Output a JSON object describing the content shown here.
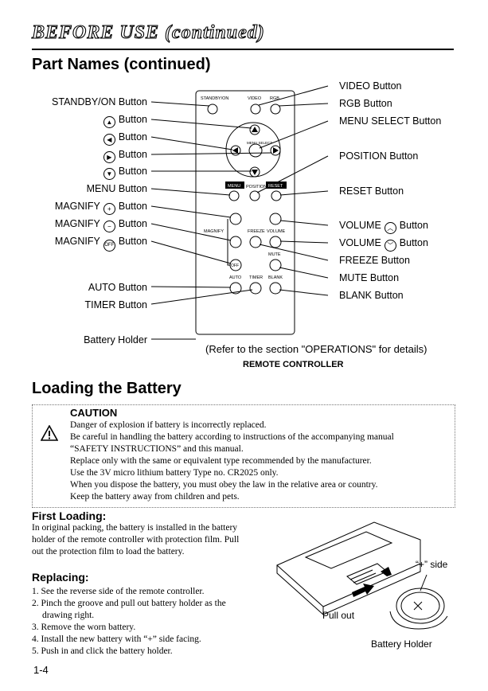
{
  "header": {
    "section": "BEFORE USE (continued)",
    "title": "Part Names (continued)"
  },
  "remote": {
    "labels_left": [
      "STANDBY/ON Button",
      "Button",
      "Button",
      "Button",
      "Button",
      "MENU Button",
      "MAGNIFY",
      "Button",
      "MAGNIFY",
      "Button",
      "MAGNIFY",
      "Button",
      "AUTO Button",
      "TIMER Button",
      "Battery Holder"
    ],
    "labels_right": [
      "VIDEO Button",
      "RGB Button",
      "MENU SELECT Button",
      "POSITION Button",
      "RESET Button",
      "VOLUME",
      "Button",
      "VOLUME",
      "Button",
      "FREEZE Button",
      "MUTE Button",
      "BLANK Button"
    ],
    "device_text": {
      "standby": "STANDBY/ON",
      "video": "VIDEO",
      "rgb": "RGB",
      "menu_select": "MENU SELECT",
      "menu": "MENU",
      "position": "POSITION",
      "reset": "RESET",
      "magnify": "MAGNIFY",
      "freeze": "FREEZE",
      "volume": "VOLUME",
      "mute": "MUTE",
      "off": "OFF",
      "auto": "AUTO",
      "timer": "TIMER",
      "blank": "BLANK"
    },
    "note": "(Refer to the section \"OPERATIONS\" for details)",
    "caption": "REMOTE CONTROLLER"
  },
  "battery": {
    "title": "Loading the Battery",
    "caution_title": "CAUTION",
    "caution_lines": [
      "Danger of explosion if battery is incorrectly replaced.",
      "Be careful in handling the battery according to instructions of the accompanying manual",
      "“SAFETY INSTRUCTIONS” and this manual.",
      "Replace only with the same or equivalent type recommended by the manufacturer.",
      "Use the 3V micro lithium battery Type no. CR2025 only.",
      "When you dispose the battery, you must obey the law in the relative area or country.",
      "Keep the battery away from children and pets."
    ],
    "first_title": "First Loading:",
    "first_lines": [
      "In original packing, the battery is installed in the battery",
      "holder of the remote controller with protection film. Pull",
      "out the protection film to load the battery."
    ],
    "replacing_title": "Replacing:",
    "replacing_lines": [
      "1. See the reverse side of the remote controller.",
      "2. Pinch the groove and pull out battery holder as the",
      "drawing right.",
      "3. Remove the worn battery.",
      "4. Install the new battery with “+” side facing.",
      "5. Push in and click the battery holder."
    ],
    "fig_plus": "“+” side",
    "fig_pull": "Pull out",
    "fig_holder": "Battery Holder"
  },
  "footer": {
    "page": "1-4"
  }
}
